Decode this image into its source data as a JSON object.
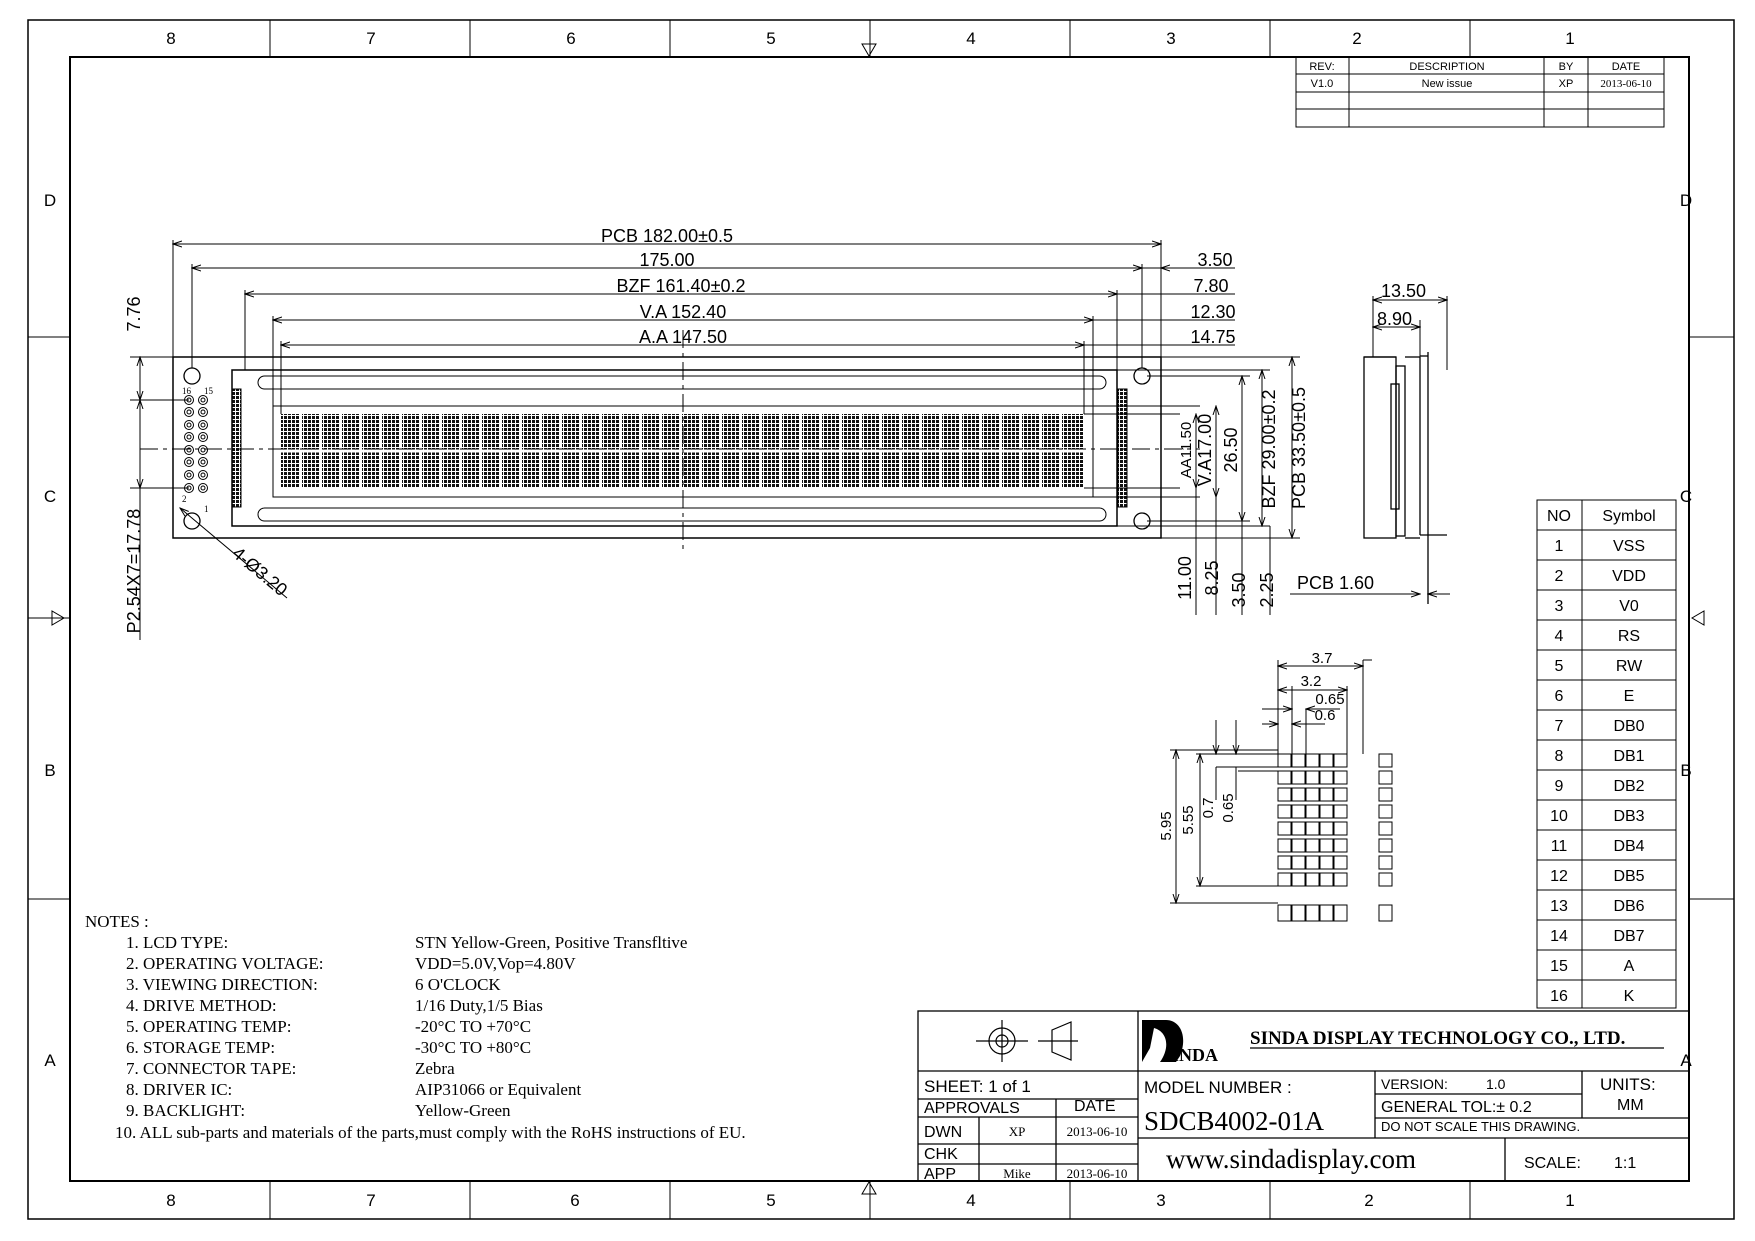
{
  "frame": {
    "cols_top": [
      "8",
      "7",
      "6",
      "5",
      "4",
      "3",
      "2",
      "1"
    ],
    "cols_bottom": [
      "8",
      "7",
      "6",
      "5",
      "4",
      "3",
      "2",
      "1"
    ],
    "rows_left": [
      "D",
      "C",
      "B",
      "A"
    ],
    "rows_right": [
      "D",
      "C",
      "B",
      "A"
    ]
  },
  "revision": {
    "headers": [
      "REV:",
      "DESCRIPTION",
      "BY",
      "DATE"
    ],
    "rows": [
      [
        "V1.0",
        "New  issue",
        "XP",
        "2013-06-10"
      ]
    ]
  },
  "dimensions": {
    "pcb_width": "PCB  182.00±0.5",
    "hole_pitch": "175.00",
    "bzf_width": "BZF  161.40±0.2",
    "va_width": "V.A  152.40",
    "aa_width": "A.A  147.50",
    "right_3_50": "3.50",
    "right_7_80": "7.80",
    "right_12_30": "12.30",
    "right_14_75": "14.75",
    "left_7_76": "7.76",
    "pin_pitch": "P2.54X7=17.78",
    "hole_dia": "4-Ø3.20",
    "aa_h": "AA11.50",
    "va_h": "V.A17.00",
    "h_26_50": "26.50",
    "bzf_h": "BZF  29.00±0.2",
    "pcb_h": "PCB  33.50±0.5",
    "b_11_00": "11.00",
    "b_8_25": "8.25",
    "b_3_50": "3.50",
    "b_2_25": "2.25",
    "side_13_50": "13.50",
    "side_8_90": "8.90",
    "pcb_thk": "PCB  1.60",
    "pin_16": "16",
    "pin_15": "15",
    "pin_2": "2",
    "pin_1": "1"
  },
  "dot_detail": {
    "w_3_7": "3.7",
    "w_3_2": "3.2",
    "w_0_65": "0.65",
    "w_0_6": "0.6",
    "h_5_95": "5.95",
    "h_5_55": "5.55",
    "h_0_7": "0.7",
    "h_0_65": "0.65"
  },
  "pin_table": {
    "headers": [
      "NO",
      "Symbol"
    ],
    "rows": [
      [
        "1",
        "VSS"
      ],
      [
        "2",
        "VDD"
      ],
      [
        "3",
        "V0"
      ],
      [
        "4",
        "RS"
      ],
      [
        "5",
        "RW"
      ],
      [
        "6",
        "E"
      ],
      [
        "7",
        "DB0"
      ],
      [
        "8",
        "DB1"
      ],
      [
        "9",
        "DB2"
      ],
      [
        "10",
        "DB3"
      ],
      [
        "11",
        "DB4"
      ],
      [
        "12",
        "DB5"
      ],
      [
        "13",
        "DB6"
      ],
      [
        "14",
        "DB7"
      ],
      [
        "15",
        "A"
      ],
      [
        "16",
        "K"
      ]
    ]
  },
  "notes": {
    "title": "NOTES :",
    "items": [
      {
        "label": "1. LCD TYPE:",
        "value": "STN Yellow-Green, Positive Transfltive"
      },
      {
        "label": "2. OPERATING VOLTAGE:",
        "value": "VDD=5.0V,Vop=4.80V"
      },
      {
        "label": "3. VIEWING DIRECTION:",
        "value": "6 O'CLOCK"
      },
      {
        "label": "4. DRIVE METHOD:",
        "value": "1/16 Duty,1/5 Bias"
      },
      {
        "label": "5. OPERATING TEMP:",
        "value": "-20°C TO +70°C"
      },
      {
        "label": "6. STORAGE TEMP:",
        "value": "-30°C TO +80°C"
      },
      {
        "label": "7. CONNECTOR TAPE:",
        "value": "Zebra"
      },
      {
        "label": "8. DRIVER IC:",
        "value": "AIP31066 or Equivalent"
      },
      {
        "label": "9. BACKLIGHT:",
        "value": "Yellow-Green"
      }
    ],
    "item10": "10. ALL sub-parts and materials of the parts,must comply with the RoHS instructions of EU."
  },
  "title_block": {
    "logo_text": "INDA",
    "company": "SINDA DISPLAY  TECHNOLOGY  CO., LTD.",
    "model_label": "MODEL  NUMBER :",
    "model": "SDCB4002-01A",
    "version_label": "VERSION:",
    "version": "1.0",
    "units_label": "UNITS:",
    "units": "MM",
    "tolerance": "GENERAL  TOL:±  0.2",
    "no_scale": "DO  NOT  SCALE  THIS  DRAWING.",
    "website": "www.sindadisplay.com",
    "scale_label": "SCALE:",
    "scale": "1:1",
    "sheet": "SHEET:   1   of   1",
    "approvals": "APPROVALS",
    "date": "DATE",
    "dwn": "DWN",
    "dwn_by": "XP",
    "dwn_date": "2013-06-10",
    "chk": "CHK",
    "app": "APP",
    "app_by": "Mike",
    "app_date": "2013-06-10"
  }
}
